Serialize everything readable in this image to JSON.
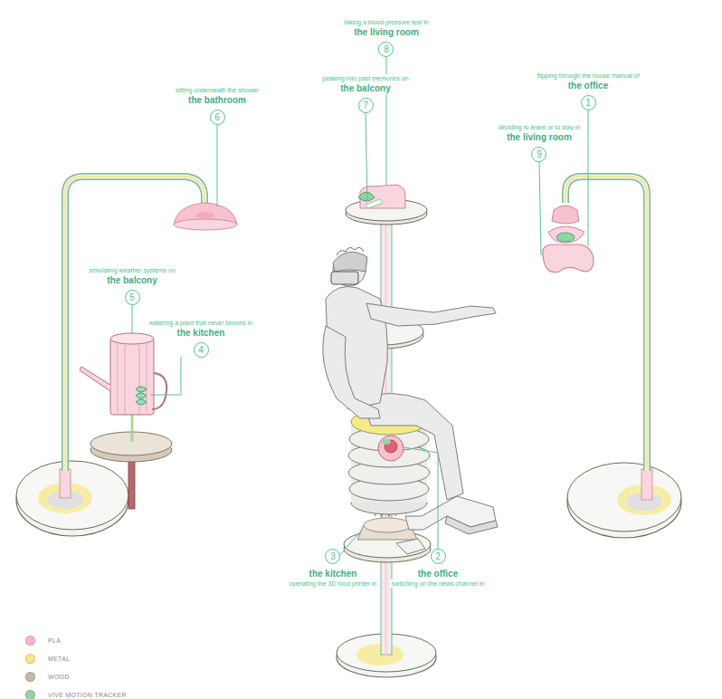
{
  "diagram": {
    "nodes": [
      {
        "text": [
          "flipping through the house manual of",
          "the office",
          "1"
        ]
      },
      {
        "text": [
          "switching on the news channel in",
          "the office",
          "2"
        ]
      },
      {
        "text": [
          "operating the 3D food printer in",
          "the kitchen",
          "3"
        ]
      },
      {
        "text": [
          "watering a plant that never blooms in",
          "the kitchen",
          "4"
        ]
      },
      {
        "text": [
          "simulating weather systems on",
          "the balcony",
          "5"
        ]
      },
      {
        "text": [
          "sitting underneath the shower",
          "the bathroom",
          "6"
        ]
      },
      {
        "text": [
          "peaking into past memories on",
          "the balcony",
          "7"
        ]
      },
      {
        "text": [
          "taking a blood pressure test in",
          "the living room",
          "8"
        ]
      },
      {
        "text": [
          "deciding to leave or to stay in",
          "the living room",
          "9"
        ]
      }
    ],
    "legend": [
      {
        "text": "PLA",
        "color": "#f6b8c8"
      },
      {
        "text": "METAL",
        "color": "#f5ea8a"
      },
      {
        "text": "WOOD",
        "color": "#c9b8a8"
      },
      {
        "text": "VIVE MOTION TRACKER",
        "color": "#8fd6a0"
      }
    ]
  }
}
